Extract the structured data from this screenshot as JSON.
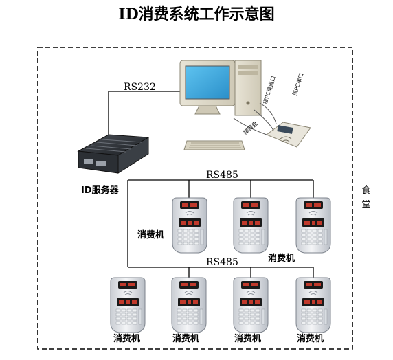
{
  "title": "ID消费系统工作示意图",
  "area_label": "食堂",
  "server_label": "ID服务器",
  "link_pc": "RS232",
  "bus_top": "RS485",
  "bus_bottom": "RS485",
  "pc_annotations": {
    "keyboard_port": "接PC键盘口",
    "serial_port": "接PC串口",
    "keyboard": "接键盘"
  },
  "terminal_label": "消费机"
}
